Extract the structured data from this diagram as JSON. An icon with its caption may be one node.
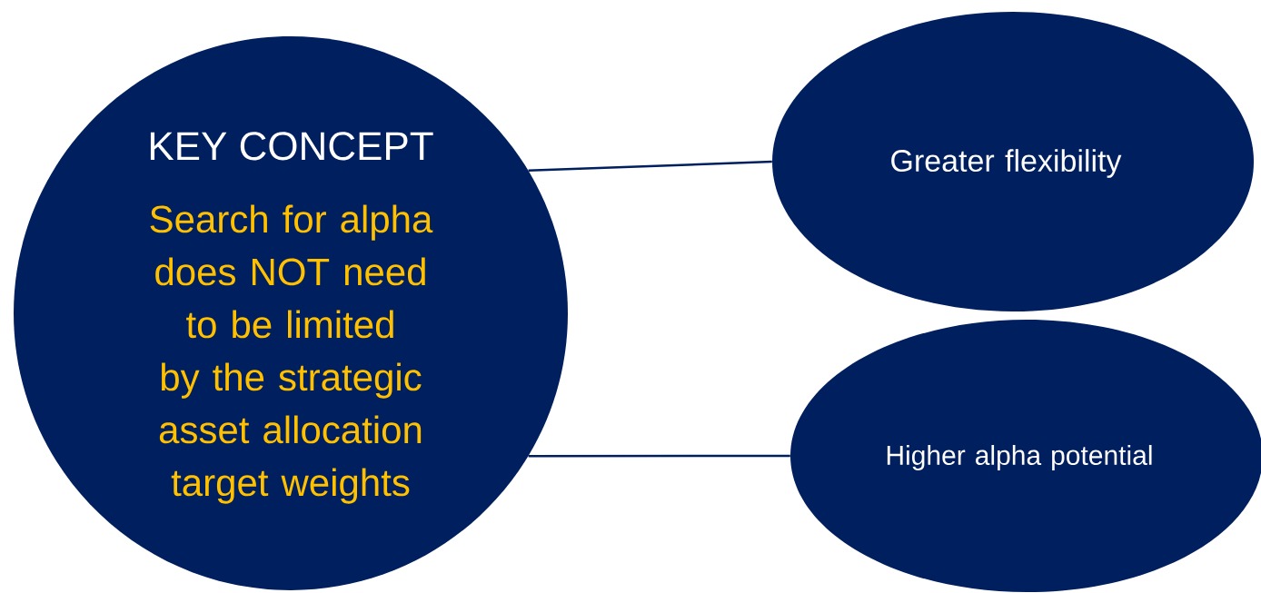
{
  "diagram": {
    "nodes": [
      {
        "text": [
          "KEY CONCEPT",
          "Search for alpha does NOT need to be limited by the strategic asset allocation target weights"
        ]
      },
      {
        "text": [
          "Greater flexibility"
        ]
      },
      {
        "text": [
          "Higher alpha potential"
        ]
      }
    ],
    "edges": [
      {
        "from": 0,
        "to": 1,
        "arrow": "none"
      },
      {
        "from": 0,
        "to": 2,
        "arrow": "none"
      }
    ]
  }
}
